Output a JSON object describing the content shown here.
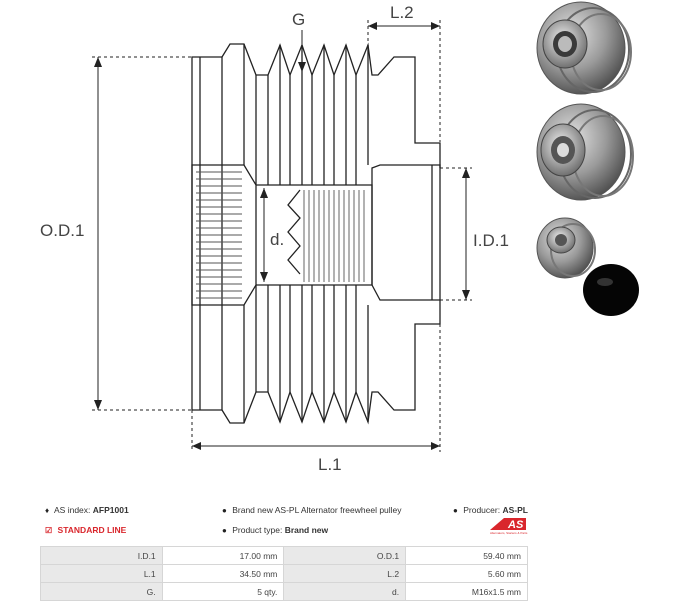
{
  "diagram": {
    "labels": {
      "groove": "G",
      "length2": "L.2",
      "outer_diameter": "O.D.1",
      "bore": "d.",
      "inner_diameter": "I.D.1",
      "length1": "L.1"
    },
    "colors": {
      "line": "#222222",
      "hatch": "#555555"
    }
  },
  "photos": {
    "items": [
      "pulley-front-view",
      "pulley-angled-view",
      "pulley-cap-view"
    ],
    "cap_color": "#050505",
    "metal_color": "#9a9a9a"
  },
  "info": {
    "as_index_label": "AS index:",
    "as_index_value": "AFP1001",
    "line_label": "STANDARD LINE",
    "description": "Brand new AS-PL Alternator freewheel pulley",
    "product_type_label": "Product type:",
    "product_type_value": "Brand new",
    "producer_label": "Producer:",
    "producer_value": "AS-PL",
    "logo_text": "AS",
    "logo_tagline": "Alternators, Starters & Parts",
    "brand_color": "#d9262c"
  },
  "specs": [
    {
      "label": "I.D.1",
      "value": "17.00 mm",
      "label2": "O.D.1",
      "value2": "59.40 mm"
    },
    {
      "label": "L.1",
      "value": "34.50 mm",
      "label2": "L.2",
      "value2": "5.60 mm"
    },
    {
      "label": "G.",
      "value": "5 qty.",
      "label2": "d.",
      "value2": "M16x1.5 mm"
    }
  ]
}
